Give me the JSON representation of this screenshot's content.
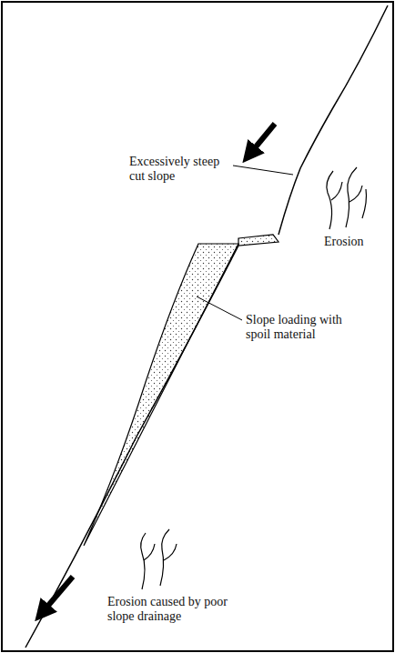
{
  "diagram": {
    "labels": [
      "Excessively steep cut slope",
      "Erosion",
      "Slope loading with spoil material",
      "Erosion caused by poor slope drainage"
    ]
  }
}
